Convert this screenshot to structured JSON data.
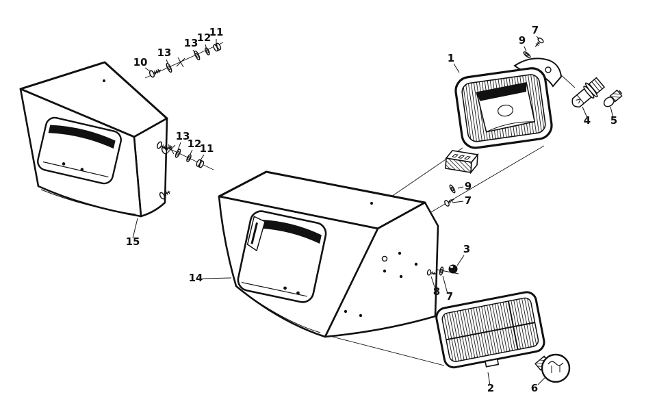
{
  "canvas": {
    "background": "#ffffff",
    "ink": "#111111"
  },
  "callouts": [
    {
      "kind": "screw",
      "text": "10"
    },
    {
      "kind": "washer",
      "text": "13"
    },
    {
      "kind": "washer",
      "text": "13"
    },
    {
      "kind": "washer",
      "text": "12"
    },
    {
      "kind": "nut",
      "text": "11"
    },
    {
      "kind": "headlamp-unit",
      "text": "1"
    },
    {
      "kind": "washer",
      "text": "9"
    },
    {
      "kind": "screw",
      "text": "7"
    },
    {
      "kind": "bulb",
      "text": "4"
    },
    {
      "kind": "bulb",
      "text": "5"
    },
    {
      "kind": "washer",
      "text": "13"
    },
    {
      "kind": "washer",
      "text": "12"
    },
    {
      "kind": "nut",
      "text": "11"
    },
    {
      "kind": "washer",
      "text": "9"
    },
    {
      "kind": "screw",
      "text": "7"
    },
    {
      "kind": "cowl",
      "text": "15"
    },
    {
      "kind": "grommet",
      "text": "3"
    },
    {
      "kind": "housing",
      "text": "14"
    },
    {
      "kind": "screw",
      "text": "8"
    },
    {
      "kind": "washer",
      "text": "7"
    },
    {
      "kind": "lens",
      "text": "2"
    },
    {
      "kind": "bulb",
      "text": "6"
    }
  ]
}
